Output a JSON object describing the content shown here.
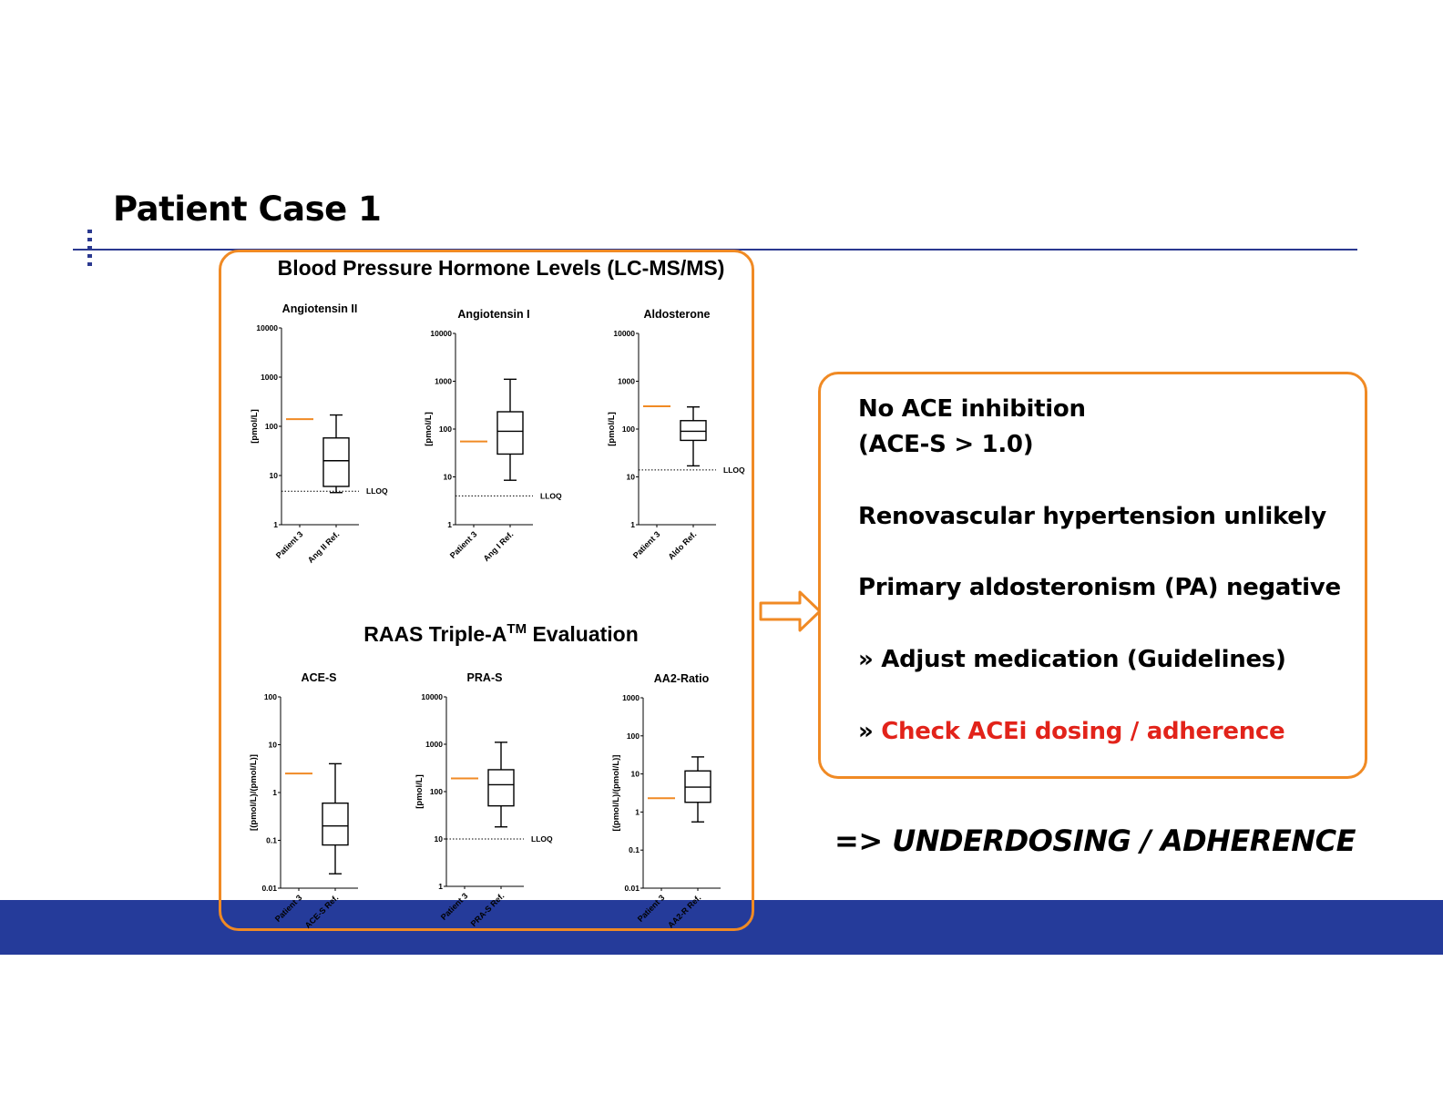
{
  "slide": {
    "title": "Patient Case 1",
    "section1_title": "Blood Pressure Hormone Levels (LC-MS/MS)",
    "section2_title_main": "RAAS Triple-A",
    "section2_title_sup": "TM",
    "section2_title_rest": " Evaluation"
  },
  "findings": {
    "line1": "No ACE inhibition",
    "line2": "(ACE-S > 1.0)",
    "line3": "Renovascular hypertension unlikely",
    "line4": "Primary aldosteronism (PA) negative",
    "line5": "» Adjust medication  (Guidelines)",
    "line6_prefix": "» ",
    "line6_red": "Check ACEi dosing / adherence",
    "conclusion": "=> UNDERDOSING / ADHERENCE"
  },
  "colors": {
    "accent_orange": "#f08a24",
    "brand_blue": "#253b9a",
    "rule_blue": "#2b3990",
    "highlight_red": "#e2231a"
  },
  "chart_data": [
    {
      "type": "box",
      "title": "Angiotensin II",
      "ylabel": "[pmol/L]",
      "scale": "log",
      "ylim": [
        1,
        10000
      ],
      "yticks": [
        "1",
        "10",
        "100",
        "1000",
        "10000"
      ],
      "categories": [
        "Patient 3",
        "Ang II Ref."
      ],
      "patient_value": 140,
      "reference_box": {
        "min": 4.5,
        "q1": 6,
        "median": 20,
        "q3": 58,
        "max": 170
      },
      "lloq": {
        "value": 4.8,
        "label": "LLOQ"
      }
    },
    {
      "type": "box",
      "title": "Angiotensin I",
      "ylabel": "[pmol/L]",
      "scale": "log",
      "ylim": [
        1,
        10000
      ],
      "yticks": [
        "1",
        "10",
        "100",
        "1000",
        "10000"
      ],
      "categories": [
        "Patient 3",
        "Ang I Ref."
      ],
      "patient_value": 55,
      "reference_box": {
        "min": 8.5,
        "q1": 30,
        "median": 90,
        "q3": 230,
        "max": 1100
      },
      "lloq": {
        "value": 4,
        "label": "LLOQ"
      }
    },
    {
      "type": "box",
      "title": "Aldosterone",
      "ylabel": "[pmol/L]",
      "scale": "log",
      "ylim": [
        1,
        10000
      ],
      "yticks": [
        "1",
        "10",
        "100",
        "1000",
        "10000"
      ],
      "categories": [
        "Patient 3",
        "Aldo Ref."
      ],
      "patient_value": 300,
      "reference_box": {
        "min": 17,
        "q1": 58,
        "median": 90,
        "q3": 150,
        "max": 290
      },
      "lloq": {
        "value": 14,
        "label": "LLOQ"
      }
    },
    {
      "type": "box",
      "title": "ACE-S",
      "ylabel": "[(pmol/L)/(pmol/L)]",
      "scale": "log",
      "ylim": [
        0.01,
        100
      ],
      "yticks": [
        "0.01",
        "0.1",
        "1",
        "10",
        "100"
      ],
      "categories": [
        "Patient 3",
        "ACE-S Ref."
      ],
      "patient_value": 2.5,
      "reference_box": {
        "min": 0.02,
        "q1": 0.08,
        "median": 0.2,
        "q3": 0.6,
        "max": 4
      },
      "lloq": null
    },
    {
      "type": "box",
      "title": "PRA-S",
      "ylabel": "[pmol/L]",
      "scale": "log",
      "ylim": [
        1,
        10000
      ],
      "yticks": [
        "1",
        "10",
        "100",
        "1000",
        "10000"
      ],
      "categories": [
        "Patient 3",
        "PRA-S Ref."
      ],
      "patient_value": 190,
      "reference_box": {
        "min": 18,
        "q1": 50,
        "median": 140,
        "q3": 290,
        "max": 1100
      },
      "lloq": {
        "value": 10,
        "label": "LLOQ"
      }
    },
    {
      "type": "box",
      "title": "AA2-Ratio",
      "ylabel": "[(pmol/L)/(pmol/L)]",
      "scale": "log",
      "ylim": [
        0.01,
        1000
      ],
      "yticks": [
        "0.01",
        "0.1",
        "1",
        "10",
        "100",
        "1000"
      ],
      "categories": [
        "Patient 3",
        "AA2-R Ref."
      ],
      "patient_value": 2.3,
      "reference_box": {
        "min": 0.55,
        "q1": 1.8,
        "median": 4.5,
        "q3": 12,
        "max": 28
      },
      "lloq": null
    }
  ]
}
